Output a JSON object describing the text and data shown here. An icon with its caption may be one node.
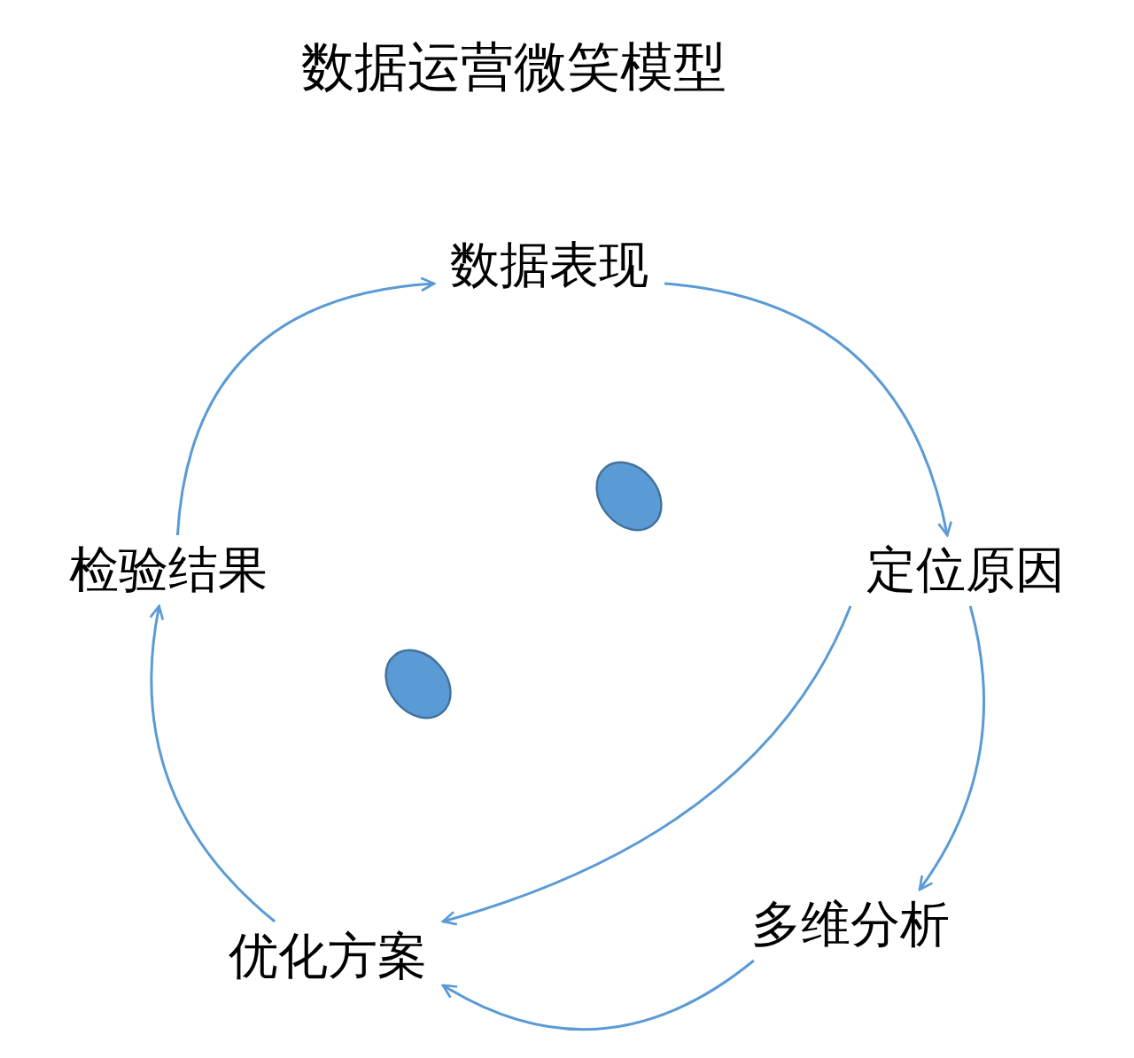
{
  "diagram": {
    "title": "数据运营微笑模型",
    "nodes": [
      {
        "text": [
          "数据表现"
        ]
      },
      {
        "text": [
          "定位原因"
        ]
      },
      {
        "text": [
          "多维分析"
        ]
      },
      {
        "text": [
          "优化方案"
        ]
      },
      {
        "text": [
          "检验结果"
        ]
      }
    ],
    "edges": [
      {
        "from": 0,
        "to": 1,
        "arrow": "to"
      },
      {
        "from": 1,
        "to": 2,
        "arrow": "to"
      },
      {
        "from": 2,
        "to": 3,
        "arrow": "to"
      },
      {
        "from": 3,
        "to": 4,
        "arrow": "to"
      },
      {
        "from": 4,
        "to": 0,
        "arrow": "to"
      },
      {
        "from": 1,
        "to": 3,
        "arrow": "to"
      }
    ]
  }
}
